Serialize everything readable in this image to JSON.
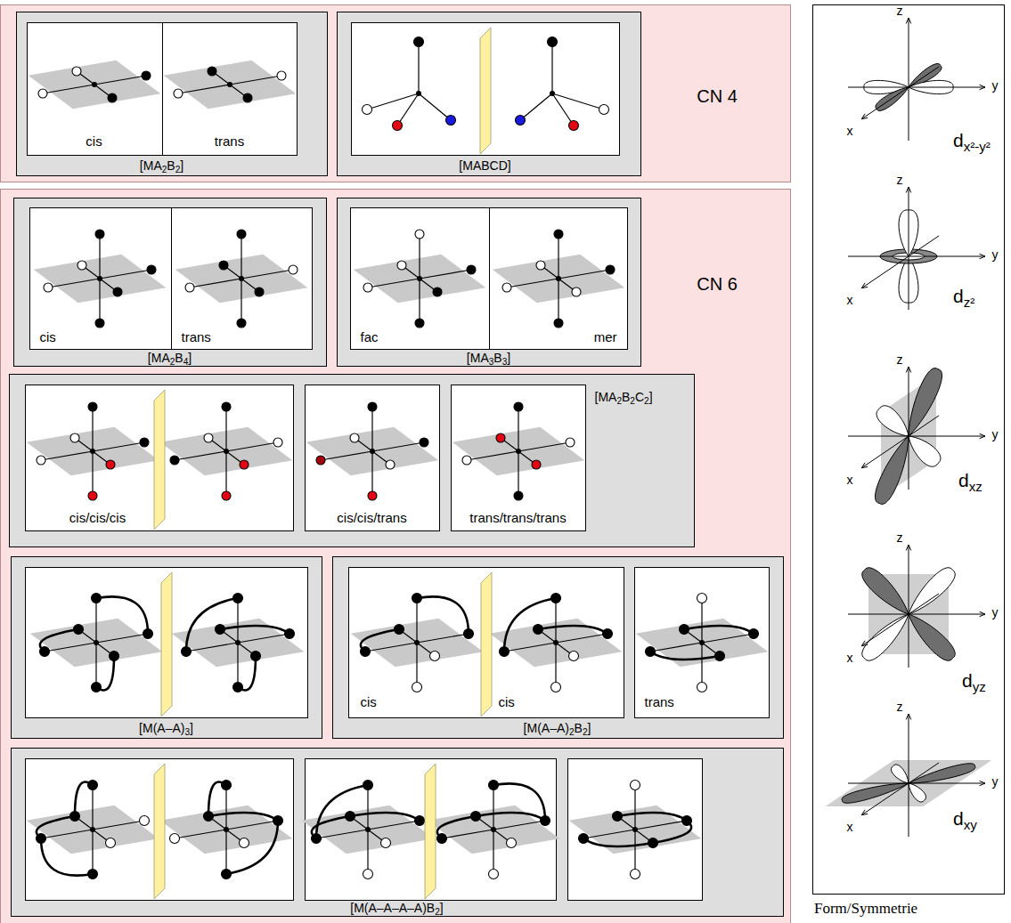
{
  "diagram": {
    "caption": "Form/Symmetrie",
    "nodes": [
      {
        "text": [
          "CN 4"
        ]
      },
      {
        "text": [
          "[MA2B2]"
        ],
        "in": 0
      },
      {
        "text": [
          "cis"
        ],
        "in": 1
      },
      {
        "text": [
          "trans"
        ],
        "in": 1
      },
      {
        "text": [
          "[MABCD]"
        ],
        "in": 0
      },
      {
        "text": [
          "CN 6"
        ]
      },
      {
        "text": [
          "[MA2B4]"
        ],
        "in": 5
      },
      {
        "text": [
          "cis"
        ],
        "in": 6
      },
      {
        "text": [
          "trans"
        ],
        "in": 6
      },
      {
        "text": [
          "[MA3B3]"
        ],
        "in": 5
      },
      {
        "text": [
          "fac"
        ],
        "in": 9
      },
      {
        "text": [
          "mer"
        ],
        "in": 9
      },
      {
        "text": [
          "[MA2B2C2]"
        ],
        "in": 5
      },
      {
        "text": [
          "cis/cis/cis"
        ],
        "in": 12
      },
      {
        "text": [
          "cis/cis/trans"
        ],
        "in": 12
      },
      {
        "text": [
          "trans/trans/trans"
        ],
        "in": 12
      },
      {
        "text": [
          "[M(A–A)3]"
        ],
        "in": 5
      },
      {
        "text": [
          "[M(A–A)2B2]"
        ],
        "in": 5
      },
      {
        "text": [
          "cis",
          "cis"
        ],
        "in": 17
      },
      {
        "text": [
          "trans"
        ],
        "in": 17
      },
      {
        "text": [
          "[M(A–A–A–A)B2]"
        ],
        "in": 5
      },
      {
        "text": [
          "dx²-y²",
          "dz²",
          "dxz",
          "dyz",
          "dxy"
        ]
      }
    ],
    "labels": [
      "z",
      "y",
      "x",
      "z",
      "y",
      "x",
      "z",
      "y",
      "x",
      "z",
      "y",
      "x",
      "z",
      "y",
      "x"
    ]
  }
}
